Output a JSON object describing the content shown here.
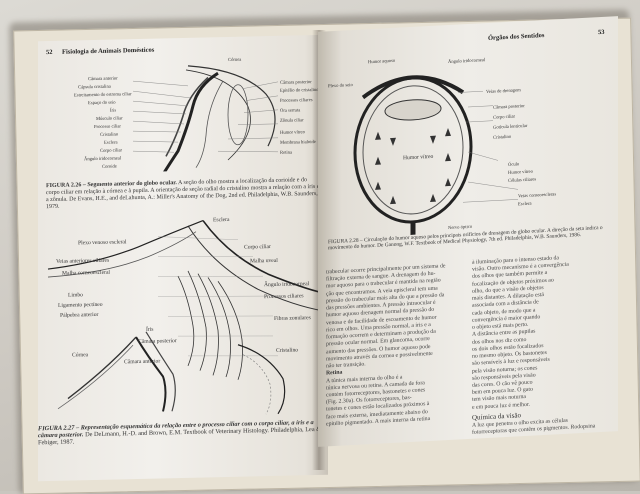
{
  "left_page": {
    "page_number": "52",
    "running_head": "Fisiologia de Animais Domésticos",
    "fig26_labels_left": [
      "Câmara anterior",
      "Cápsula cristalina",
      "Estreitamento do estroma ciliar",
      "Espaço do seio",
      "Íris",
      "Músculo ciliar",
      "Processo ciliar",
      "Cristalino",
      "Esclera",
      "Corpo ciliar",
      "Ângulo iridocorneal",
      "Coroide"
    ],
    "fig26_labels_right": [
      "Córnea",
      "Câmara posterior",
      "Epitélio do cristalino",
      "Processos ciliares",
      "Ora serrata",
      "Zônula ciliar",
      "Humor vítreo",
      "Membrana hialoide",
      "Retina"
    ],
    "fig26_caption_head": "FIGURA 2.26 – Segmento anterior do globo ocular.",
    "fig26_caption_body": "A seção do olho mostra a localização da corioide e do corpo ciliar em relação à córnea e à pupila. A orientação de seção radial do cristalino mostra a relação com a íris e a zônula. De Evans, H.E., and deLahunta, A.: Miller's Anatomy of the Dog, 2nd ed. Philadelphia, W.B. Saunders, 1979.",
    "fig27_labels_left": [
      "Plexo venoso escleral",
      "Veias anteriores ciliares",
      "Malha corneoescleral",
      "Limbo",
      "Ligamento pectíneo",
      "Pálpebra anterior",
      "Córnea"
    ],
    "fig27_labels_center": [
      "Íris",
      "Câmara posterior",
      "Câmara anterior"
    ],
    "fig27_labels_top": [
      "Esclera"
    ],
    "fig27_labels_right": [
      "Corpo ciliar",
      "Malha uveal",
      "Ângulo iridocorneal",
      "Processos ciliares",
      "Fibras zonulares",
      "Cristalino"
    ],
    "fig27_caption_head": "FIGURA 2.27 – Representação esquemática da relação entre o processo ciliar com o corpo ciliar, a íris e a câmara posterior.",
    "fig27_caption_body": "De DeLmann, H.-D. and Brown, E.M. Textbook of Veterinary Histology. Philadelphia, Lea & Febiger, 1987."
  },
  "right_page": {
    "page_number": "53",
    "running_head": "Órgãos dos Sentidos",
    "fig28_labels_top": [
      "Humor aquoso",
      "Ângulo iridocorneal",
      "Plexo do seio"
    ],
    "fig28_labels_right": [
      "Veias de drenagem",
      "Câmara posterior",
      "Corpo ciliar",
      "Gotícula lenticular",
      "Cristalino",
      "Óculo",
      "Humor vítreo",
      "Células ciliares",
      "Veias corneoescleras",
      "Esclera",
      "Nervo óptico"
    ],
    "fig28_label_center": "Humor vítreo",
    "fig28_caption": "FIGURA 2.28 – Circulação do humor aquoso pelos principais orifícios de drenagem do globo ocular. A direção da seta indica o movimento do humor. De Ganong, W.F. Textbook of Medical Physiology, 7th ed. Philadelphia, W.B. Saunders, 1986.",
    "col1_lines": [
      "trabecular ocorre principalmente por um sistema de",
      "filtração externa de sangue. A drenagem do hu-",
      "mor aquoso para o trabecular é mantida na região",
      "ção que encontramos. A veia episcleral tem uma",
      "pressão do trabecular mais alta do que a pressão da",
      "das pressões ambientes. A pressão intraocular é",
      "humor aquoso drenagem normal da pressão do",
      "venosa e de facilidade de escoamento de humor",
      "rico em olhos. Uma pressão normal, a íris e a",
      "formação ocorrem e determinam a produção da",
      "pressão ocular normal. Em glaucoma, ocorre",
      "aumento das pressões. O humor aquoso pode",
      "movimento através da cornea e possivelmente",
      "não ter transição."
    ],
    "col1_subhead": "Retina",
    "col1_lines_2": [
      "A túnica mais interna do olho é a",
      "túnica nervosa ou retina. A camada de fora",
      "contém fotorreceptores, bastonetes e cones",
      "(Fig. 2.30a). Os fotorreceptores, bas-",
      "tonetes e cones estão localizados próximos à",
      "face mais externa, imediatamente abaixo do",
      "epitélio pigmentado. A mais interna da retina"
    ],
    "col2_lines": [
      "à iluminação para o intenso estado da",
      "visão. Outro mecanismo é a convergência",
      "dos olhos que também permite a",
      "focalização de objetos próximos ao",
      "olho, do que a visão de objetos",
      "mais distantes. A dilatação está",
      "associada com a distância de",
      "cada objeto, de modo que a",
      "convergência é maior quando",
      "o objeto está mais perto.",
      "A distância entre as pupilas",
      "dos olhos nos diz como",
      "os dois olhos estão focalizados",
      "no mesmo objeto. Os bastonetes",
      "são sensíveis à luz e responsáveis",
      "pela visão noturna; os cones",
      "são responsáveis pela visão",
      "das cores. O cão vê pouco",
      "bem em pouca luz. O gato",
      "tem visão mais noturna",
      "e em pouca luz é melhor."
    ],
    "col2_subhead": "Química da visão",
    "col2_lines_2": [
      "A luz que penetra o olho excita as células",
      "fotorreceptoras que contêm os pigmentos. Rodopsina"
    ]
  }
}
